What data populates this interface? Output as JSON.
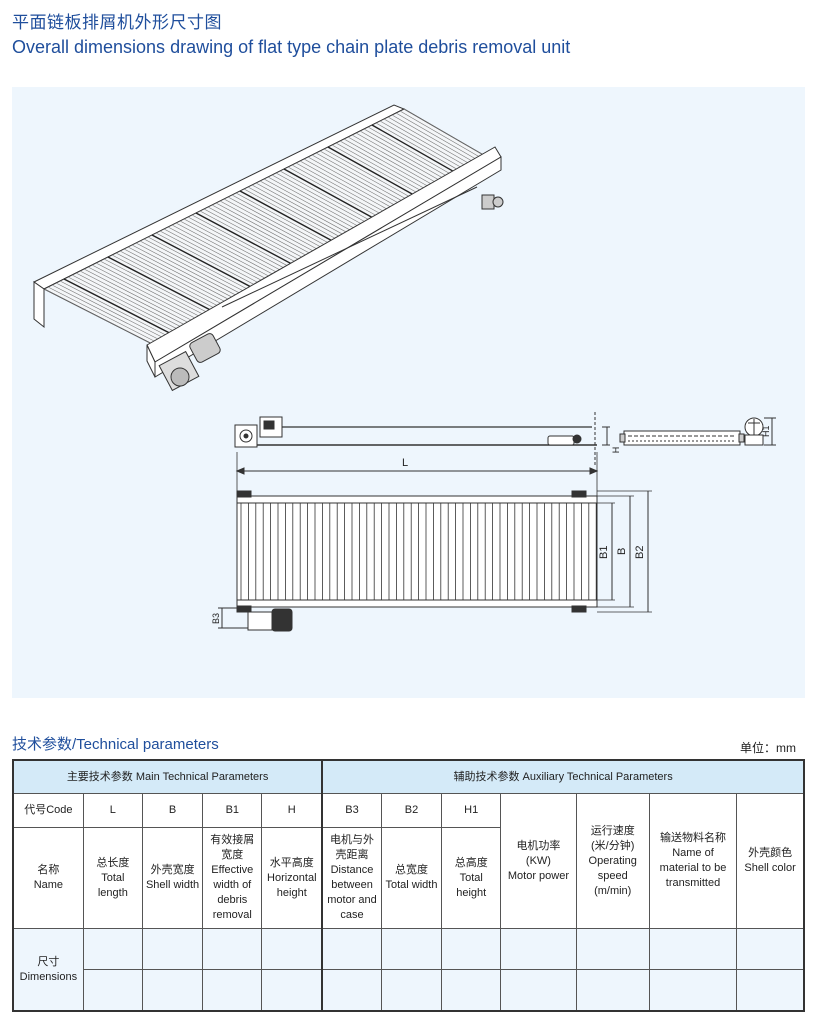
{
  "header": {
    "title_cn": "平面链板排屑机外形尺寸图",
    "title_en": "Overall dimensions drawing of flat type chain plate debris removal unit"
  },
  "drawing": {
    "labels": {
      "L": "L",
      "H": "H",
      "H1": "H1",
      "B": "B",
      "B1": "B1",
      "B2": "B2",
      "B3": "B3"
    },
    "colors": {
      "background": "#eef6fd",
      "line": "#333333"
    }
  },
  "params": {
    "section_title": "技术参数/Technical parameters",
    "unit": "单位：mm",
    "main_group": "主要技术参数  Main Technical Parameters",
    "aux_group": "辅助技术参数 Auxiliary Technical Parameters",
    "code_label": "代号Code",
    "codes": [
      "L",
      "B",
      "B1",
      "H",
      "B3",
      "B2",
      "H1"
    ],
    "name_label_cn": "名称",
    "name_label_en": "Name",
    "names": [
      {
        "cn": "总长度",
        "en": "Total length"
      },
      {
        "cn": "外壳宽度",
        "en": "Shell width"
      },
      {
        "cn": "有效接屑宽度",
        "en": "Effective width of debris removal"
      },
      {
        "cn": "水平高度",
        "en": "Horizontal height"
      },
      {
        "cn": "电机与外壳距离",
        "en": "Distance between motor and case"
      },
      {
        "cn": "总宽度",
        "en": "Total width"
      },
      {
        "cn": "总高度",
        "en": "Total height"
      }
    ],
    "aux_columns": [
      {
        "cn": "电机功率",
        "unit": "(KW)",
        "en": "Motor power"
      },
      {
        "cn": "运行速度",
        "unit": "(米/分钟)",
        "en": "Operating speed (m/min)"
      },
      {
        "cn": "输送物料名称",
        "unit": "",
        "en": "Name of material to be transmitted"
      },
      {
        "cn": "外壳颜色",
        "unit": "",
        "en": "Shell color"
      }
    ],
    "dim_label_cn": "尺寸",
    "dim_label_en": "Dimensions",
    "colors": {
      "header_bg": "#d4eaf8",
      "dim_bg": "#eef6fd",
      "title": "#1f4e9c"
    }
  }
}
